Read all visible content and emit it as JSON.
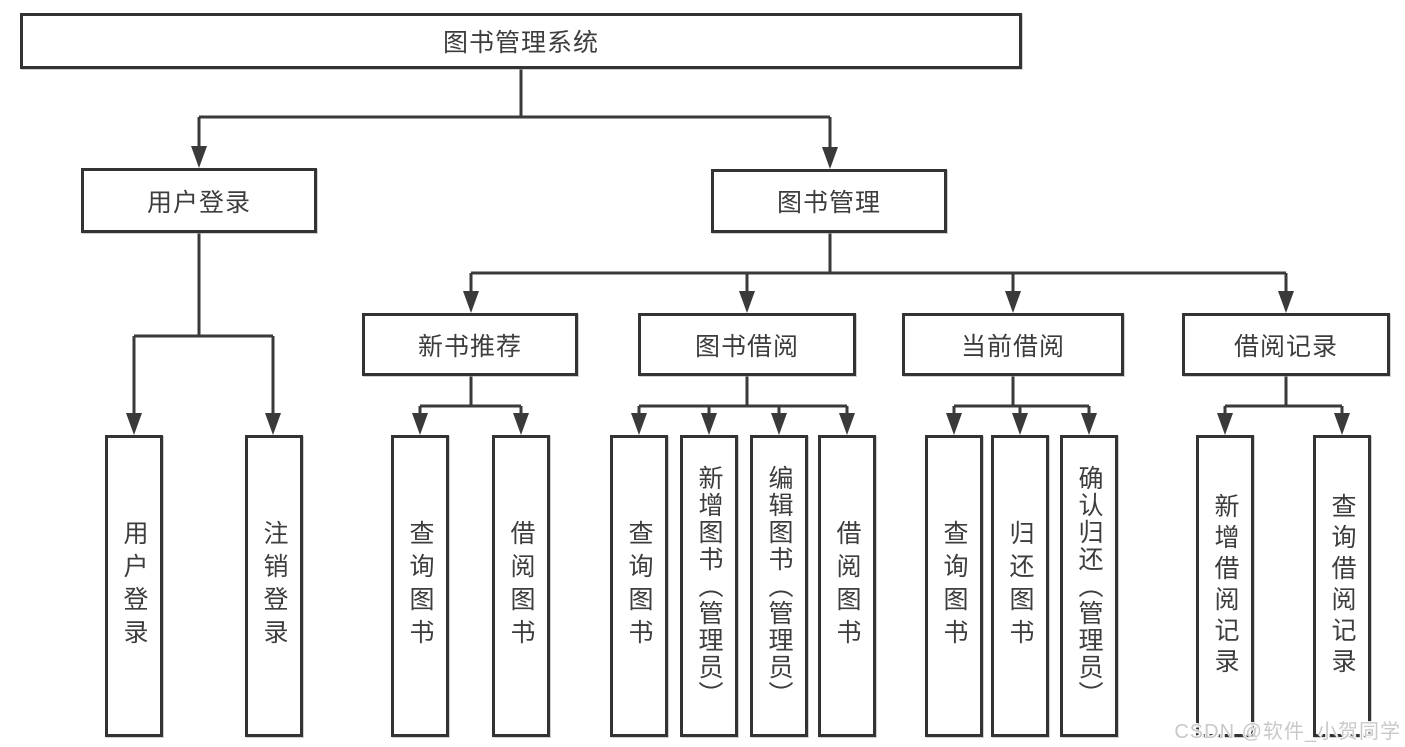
{
  "nodes": {
    "root": "图书管理系统",
    "l2": [
      "用户登录",
      "图书管理"
    ],
    "l3": [
      "新书推荐",
      "图书借阅",
      "当前借阅",
      "借阅记录"
    ],
    "l4": {
      "login": [
        "用户登录",
        "注销登录"
      ],
      "recommend": [
        "查询图书",
        "借阅图书"
      ],
      "borrow": [
        "查询图书",
        "新增图书（管理员）",
        "编辑图书（管理员）",
        "借阅图书"
      ],
      "current": [
        "查询图书",
        "归还图书",
        "确认归还（管理员）"
      ],
      "records": [
        "新增借阅记录",
        "查询借阅记录"
      ]
    }
  },
  "watermark": "CSDN @软件_小贺同学",
  "colors": {
    "line": "#3a3a3a",
    "border": "#333333",
    "text": "#3d3d3d",
    "background": "#ffffff",
    "watermark": "#c9c9c9"
  }
}
